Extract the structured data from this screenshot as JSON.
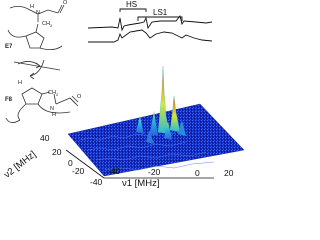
{
  "molecule": {
    "top_residue": "E7",
    "bottom_residue": "F8",
    "atoms": {
      "h1": "H",
      "n1": "N",
      "o1": "O",
      "ch2_top": "CH",
      "sub2_top": "2",
      "h2": "H",
      "ch2_bot": "CH",
      "sub2_bot": "2",
      "o2": "O",
      "n2": "N",
      "h3": "H"
    }
  },
  "spectrum_trace": {
    "label_hs": "HS",
    "label_ls1": "LS1"
  },
  "plot3d": {
    "x_axis_label": "ν1 [MHz]",
    "y_axis_label": "ν2 [MHz]",
    "x_ticks": [
      "-40",
      "-20",
      "0",
      "20"
    ],
    "y_ticks": [
      "40",
      "20",
      "0",
      "-20",
      "-40"
    ]
  },
  "colors": {
    "surface_low": "#1a28c8",
    "surface_mid": "#2ab8d8",
    "surface_high": "#d8e830",
    "peak": "#d83010"
  }
}
